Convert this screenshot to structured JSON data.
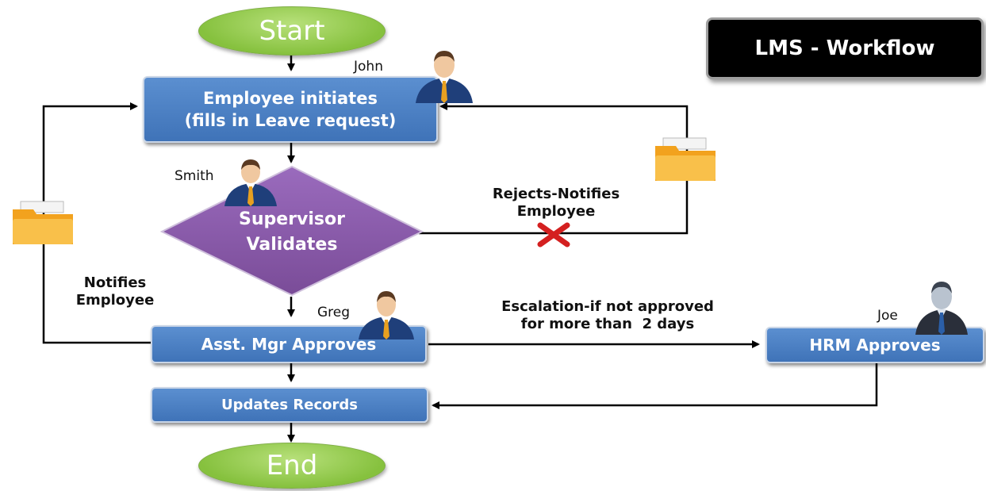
{
  "title": "LMS - Workflow",
  "nodes": {
    "start": "Start",
    "end": "End",
    "employee_line1": "Employee initiates",
    "employee_line2": "(fills in Leave request)",
    "supervisor_line1": "Supervisor",
    "supervisor_line2": "Validates",
    "asst_mgr": "Asst. Mgr Approves",
    "updates": "Updates Records",
    "hrm": "HRM Approves"
  },
  "people": {
    "john": "John",
    "smith": "Smith",
    "greg": "Greg",
    "joe": "Joe"
  },
  "edge_labels": {
    "reject_line1": "Rejects-Notifies",
    "reject_line2": "Employee",
    "notify_line1": "Notifies",
    "notify_line2": "Employee",
    "escalation_line1": "Escalation-if not approved",
    "escalation_line2": "for more than  2 days"
  },
  "icons": [
    "person-icon",
    "folder-icon",
    "reject-x-icon"
  ],
  "colors": {
    "box_fill": "#4a7fc1",
    "diamond_fill": "#8a5aa8",
    "ellipse_fill": "#9ccf5a",
    "title_fill": "#000000",
    "reject_mark": "#d42020"
  }
}
